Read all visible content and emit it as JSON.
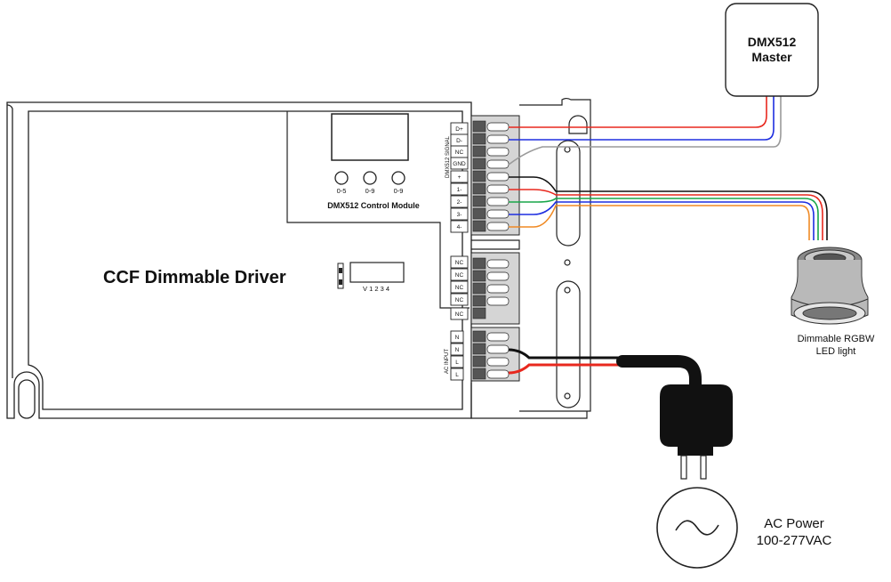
{
  "driver": {
    "title": "CCF Dimmable Driver",
    "module_label": "DMX512 Control Module",
    "dial_labels": [
      "0-5",
      "0-9",
      "0-9"
    ],
    "dip_label": "V 1 2 3 4",
    "dmx_signal_label": "DMX512 SIGNAL",
    "dmx_terminals": [
      "D+",
      "D-",
      "NC",
      "GND"
    ],
    "output_terminals": [
      "+",
      "1-",
      "2-",
      "3-",
      "4-"
    ],
    "nc_terminals": [
      "NC",
      "NC",
      "NC",
      "NC",
      "NC"
    ],
    "ac_input_label": "AC INPUT",
    "ac_terminals": [
      "N",
      "N",
      "L",
      "L"
    ]
  },
  "dmx_master": {
    "line1": "DMX512",
    "line2": "Master"
  },
  "led_light": {
    "line1": "Dimmable RGBW",
    "line2": "LED light"
  },
  "ac_power": {
    "line1": "AC Power",
    "line2": "100-277VAC"
  },
  "wire_colors": {
    "red": "#e8281e",
    "blue": "#1e2ee0",
    "grey": "#9a9a9a",
    "black": "#111111",
    "green": "#19a64a",
    "orange": "#f08a24"
  }
}
